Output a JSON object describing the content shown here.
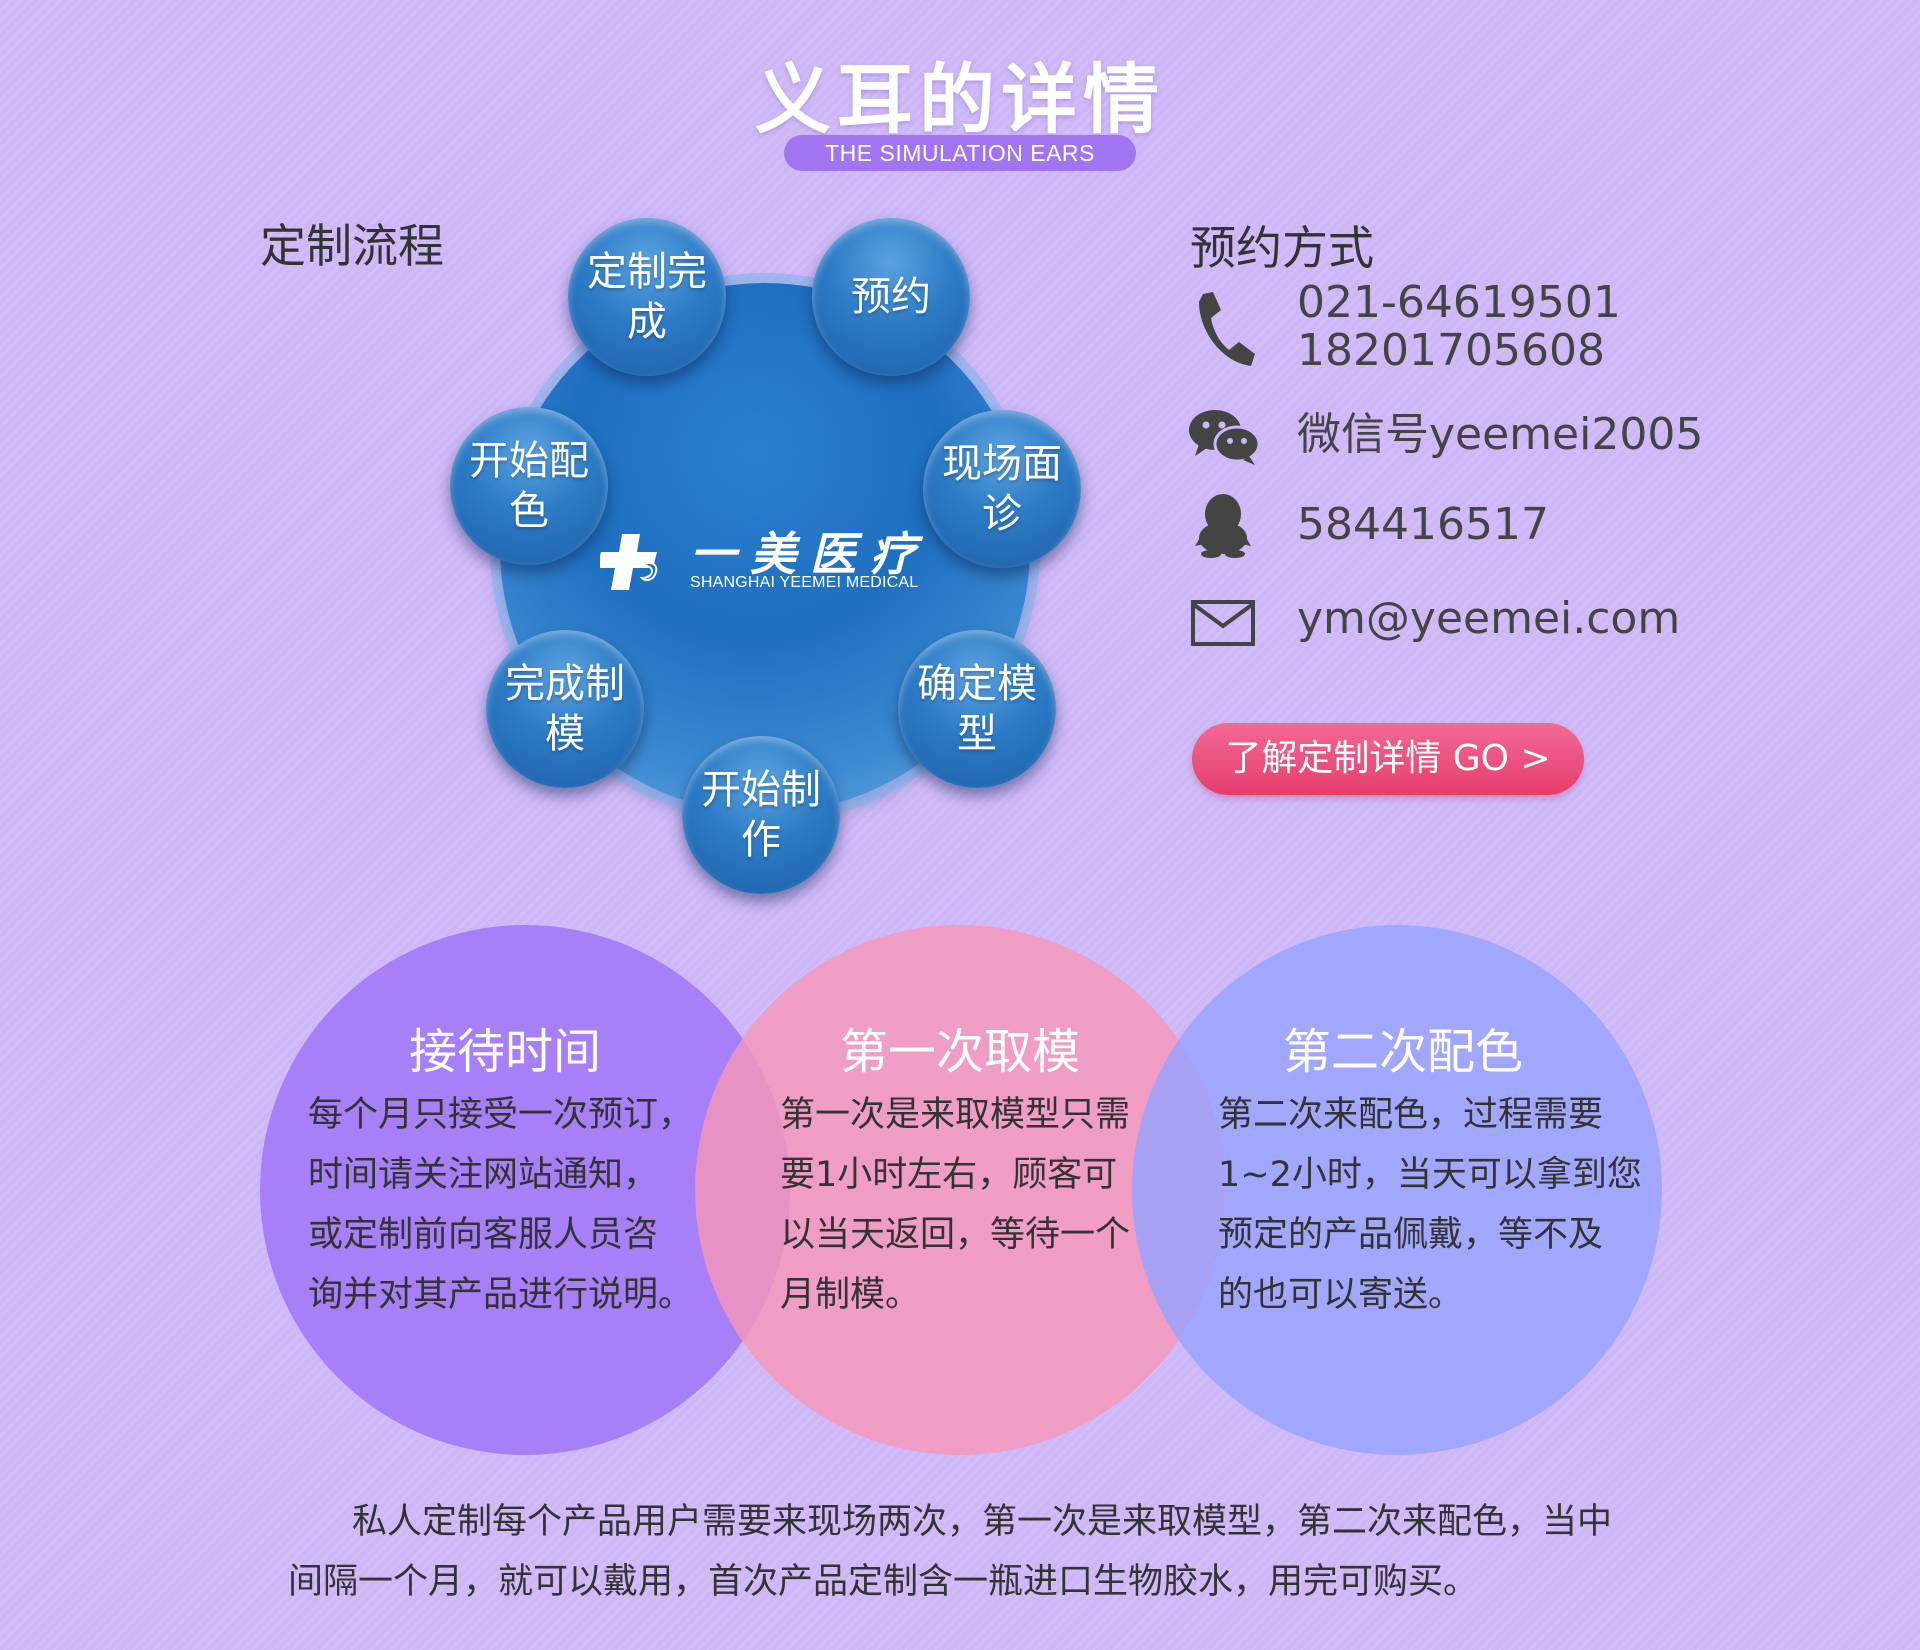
{
  "header": {
    "title": "义耳的详情",
    "subtitle": "THE SIMULATION EARS"
  },
  "process": {
    "title": "定制流程",
    "logo": {
      "cn": "一美医疗",
      "en": "SHANGHAI YEEMEI MEDICAL"
    },
    "steps": [
      {
        "label": "预约"
      },
      {
        "label": "现场面诊"
      },
      {
        "label": "确定模型"
      },
      {
        "label": "开始制作"
      },
      {
        "label": "完成制模"
      },
      {
        "label": "开始配色"
      },
      {
        "label": "定制完成"
      }
    ]
  },
  "contact": {
    "title": "预约方式",
    "phone1": "021-64619501",
    "phone2": "18201705608",
    "wechat": "微信号yeemei2005",
    "qq": "584416517",
    "email": "ym@yeemei.com",
    "cta": "了解定制详情  GO  >"
  },
  "venn": [
    {
      "title": "接待时间",
      "lines": [
        "每个月只接受一次预订，",
        "时间请关注网站通知，",
        "或定制前向客服人员咨",
        "询并对其产品进行说明。"
      ]
    },
    {
      "title": "第一次取模",
      "lines": [
        "第一次是来取模型只需",
        "要1小时左右，顾客可",
        "以当天返回，等待一个",
        "月制模。"
      ]
    },
    {
      "title": "第二次配色",
      "lines": [
        "第二次来配色，过程需要",
        "1~2小时，当天可以拿到您",
        "预定的产品佩戴，等不及",
        "的也可以寄送。"
      ]
    }
  ],
  "footer": {
    "line1": "私人定制每个产品用户需要来现场两次，第一次是来取模型，第二次来配色，当中",
    "line2": "间隔一个月，就可以戴用，首次产品定制含一瓶进口生物胶水，用完可购买。"
  },
  "colors": {
    "background": "#cdb7f7",
    "pill": "#a274f2",
    "cta": "#e84a78",
    "circle_purple": "#ab84f8",
    "circle_pink": "#f49ab7",
    "circle_blue": "#9aa6fd"
  },
  "icons": [
    "phone-icon",
    "wechat-icon",
    "qq-icon",
    "mail-icon"
  ]
}
